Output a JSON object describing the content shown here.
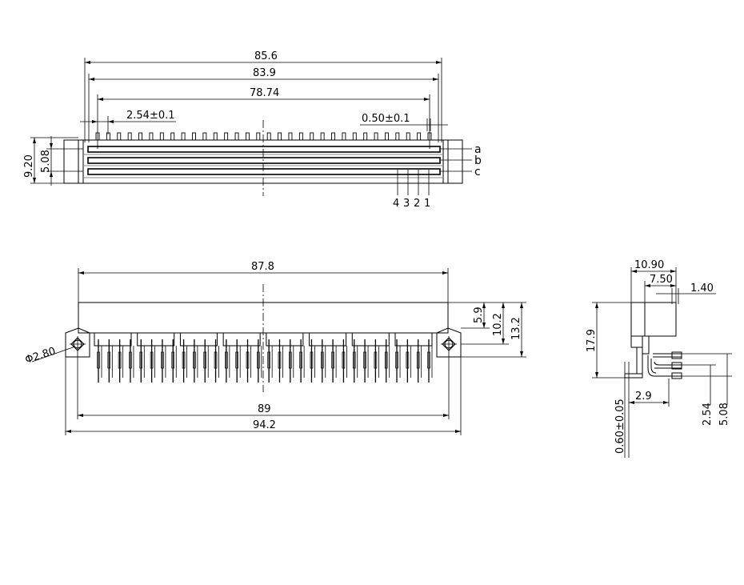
{
  "top_view": {
    "dims": {
      "overall_length": "85.6",
      "body_length": "83.9",
      "pin_span": "78.74",
      "pitch": "2.54±0.1",
      "pin_width": "0.50±0.1",
      "height": "9.20",
      "row_pitch": "5.08"
    },
    "row_labels": [
      "a",
      "b",
      "c"
    ],
    "pin_numbers": [
      "4",
      "3",
      "2",
      "1"
    ],
    "pins_per_row": 32
  },
  "front_view": {
    "dims": {
      "body_length": "87.8",
      "dim_a": "5.9",
      "dim_b": "10.2",
      "dim_c": "13.2",
      "hole_span": "89",
      "overall_length": "94.2",
      "hole_diameter": "Φ2.80"
    },
    "pin_count": 32,
    "segments": 8
  },
  "side_view": {
    "dims": {
      "width": "10.90",
      "inner": "7.50",
      "offset": "1.40",
      "height": "17.9",
      "thickness": "0.60±0.05",
      "tail": "2.9",
      "pitch_a": "2.54",
      "pitch_b": "5.08"
    }
  }
}
